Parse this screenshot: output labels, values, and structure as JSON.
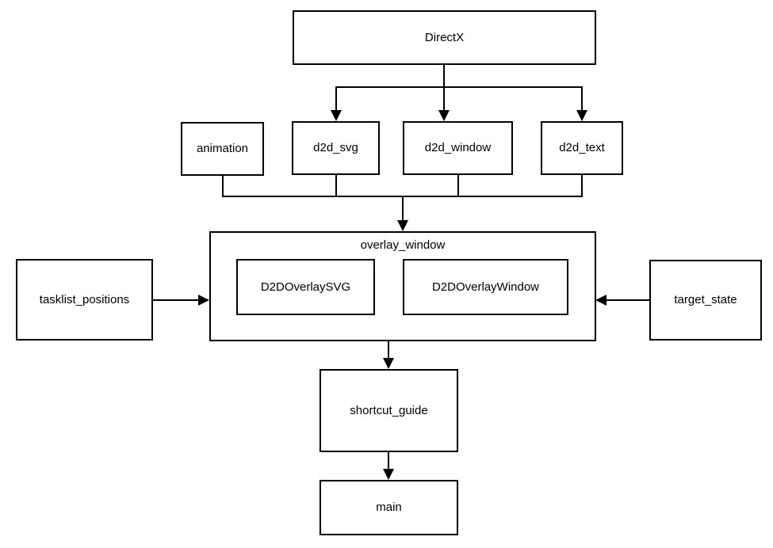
{
  "diagram": {
    "nodes": {
      "directx": {
        "label": "DirectX"
      },
      "animation": {
        "label": "animation"
      },
      "d2d_svg": {
        "label": "d2d_svg"
      },
      "d2d_window": {
        "label": "d2d_window"
      },
      "d2d_text": {
        "label": "d2d_text"
      },
      "overlay_window": {
        "label": "overlay_window"
      },
      "d2d_overlay_svg": {
        "label": "D2DOverlaySVG"
      },
      "d2d_overlay_window": {
        "label": "D2DOverlayWindow"
      },
      "tasklist_positions": {
        "label": "tasklist_positions"
      },
      "target_state": {
        "label": "target_state"
      },
      "shortcut_guide": {
        "label": "shortcut_guide"
      },
      "main": {
        "label": "main"
      }
    },
    "edges": [
      {
        "from": "DirectX",
        "to": "d2d_svg"
      },
      {
        "from": "DirectX",
        "to": "d2d_window"
      },
      {
        "from": "DirectX",
        "to": "d2d_text"
      },
      {
        "from": "animation",
        "to": "overlay_window"
      },
      {
        "from": "d2d_svg",
        "to": "overlay_window"
      },
      {
        "from": "d2d_window",
        "to": "overlay_window"
      },
      {
        "from": "d2d_text",
        "to": "overlay_window"
      },
      {
        "from": "tasklist_positions",
        "to": "overlay_window"
      },
      {
        "from": "target_state",
        "to": "overlay_window"
      },
      {
        "from": "overlay_window",
        "to": "shortcut_guide"
      },
      {
        "from": "shortcut_guide",
        "to": "main"
      }
    ],
    "colors": {
      "stroke": "#000000",
      "fill": "#ffffff",
      "text": "#000000",
      "background": "#ffffff"
    }
  }
}
